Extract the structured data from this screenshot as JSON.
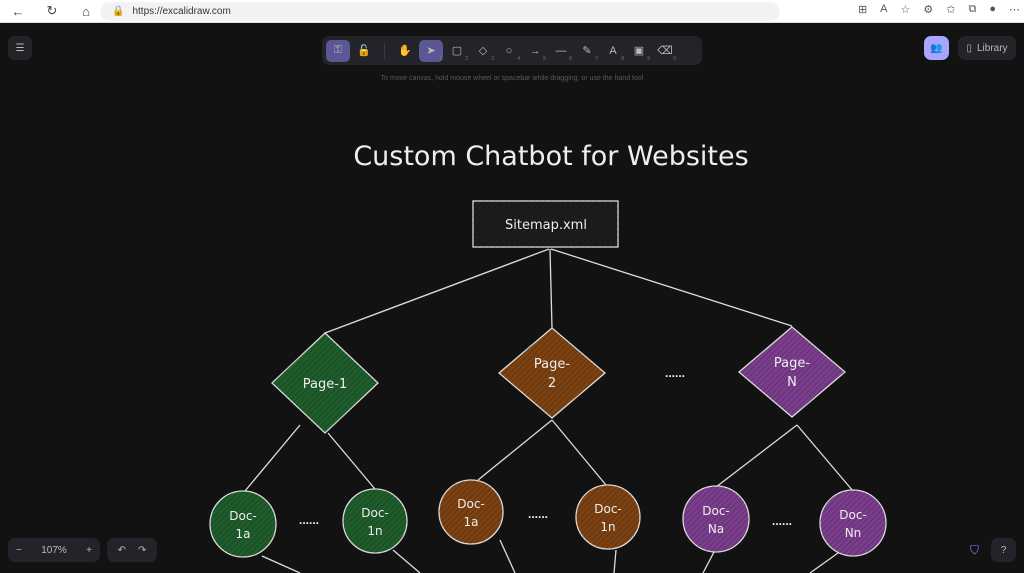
{
  "browser": {
    "url": "https://excalidraw.com"
  },
  "toolbar": {
    "tools": [
      {
        "name": "collab-lock",
        "label": "⚿",
        "key": ""
      },
      {
        "name": "lock",
        "label": "🔓",
        "key": ""
      },
      {
        "name": "hand",
        "label": "✋",
        "key": ""
      },
      {
        "name": "selection",
        "label": "➤",
        "key": "1"
      },
      {
        "name": "rectangle",
        "label": "▢",
        "key": "2"
      },
      {
        "name": "diamond",
        "label": "◇",
        "key": "3"
      },
      {
        "name": "ellipse",
        "label": "○",
        "key": "4"
      },
      {
        "name": "arrow",
        "label": "→",
        "key": "5"
      },
      {
        "name": "line",
        "label": "—",
        "key": "6"
      },
      {
        "name": "draw",
        "label": "✎",
        "key": "7"
      },
      {
        "name": "text",
        "label": "A",
        "key": "8"
      },
      {
        "name": "image",
        "label": "▣",
        "key": "9"
      },
      {
        "name": "eraser",
        "label": "⌫",
        "key": "0"
      }
    ]
  },
  "hint": "To move canvas, hold mouse wheel or spacebar while dragging, or use the hand tool",
  "library_label": "Library",
  "zoom": {
    "minus": "−",
    "value": "107%",
    "plus": "+"
  },
  "diagram": {
    "title": "Custom Chatbot for Websites",
    "root": "Sitemap.xml",
    "pages": [
      {
        "l1": "Page-1",
        "l2": "",
        "color": "#1f5c2b"
      },
      {
        "l1": "Page-",
        "l2": "2",
        "color": "#7b4112"
      },
      {
        "l1": "Page-",
        "l2": "N",
        "color": "#7a3d8c"
      }
    ],
    "ellipsis": "......",
    "docs": [
      {
        "l1": "Doc-",
        "l2": "1a"
      },
      {
        "l1": "Doc-",
        "l2": "1n"
      },
      {
        "l1": "Doc-",
        "l2": "1a"
      },
      {
        "l1": "Doc-",
        "l2": "1n"
      },
      {
        "l1": "Doc-",
        "l2": "Na"
      },
      {
        "l1": "Doc-",
        "l2": "Nn"
      }
    ]
  }
}
